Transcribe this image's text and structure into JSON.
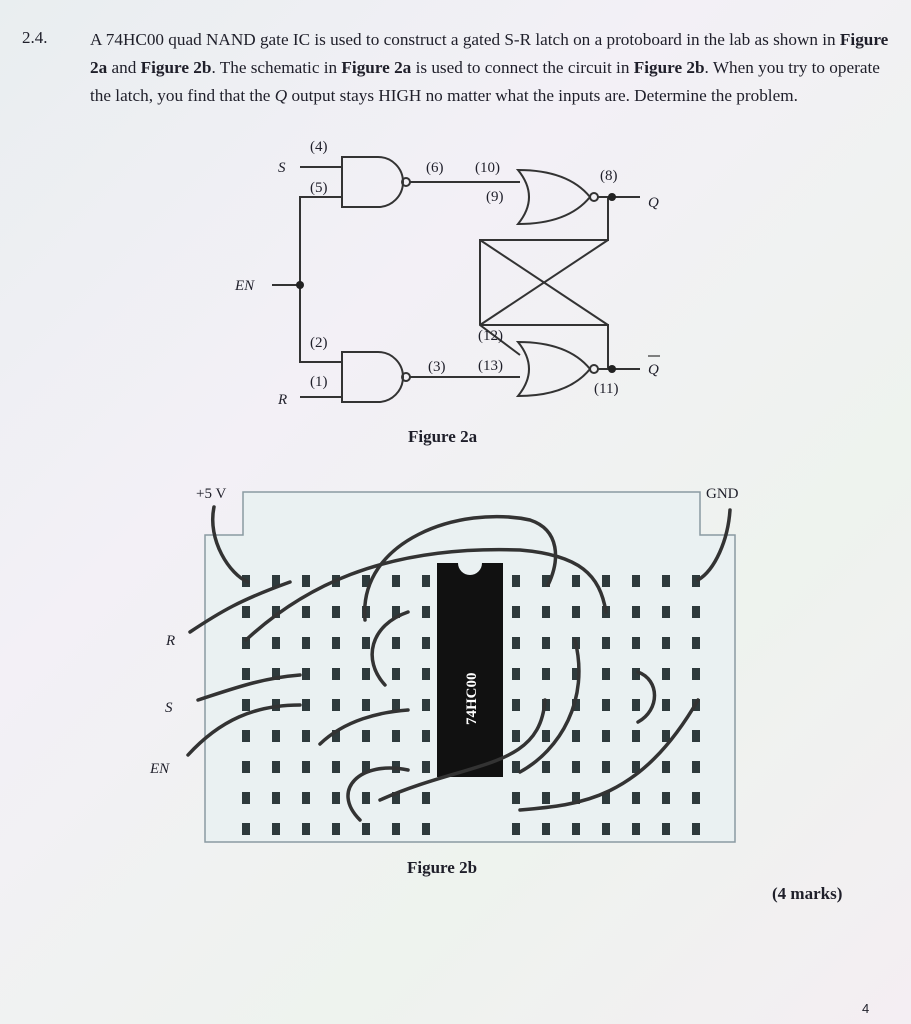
{
  "question": {
    "number": "2.4.",
    "text_p1": "A 74HC00 quad NAND gate IC is used to construct a gated S-R latch on a protoboard in the lab as shown in ",
    "fig2a_ref1": "Figure 2a",
    "text_and": " and ",
    "fig2b_ref1": "Figure 2b",
    "text_p2": ". The schematic in ",
    "fig2a_ref2": "Figure 2a",
    "text_p3": " is used to connect the circuit in ",
    "fig2b_ref2": "Figure 2b",
    "text_p4": ". When you try to operate the latch, you find that the ",
    "q_symbol": "Q",
    "text_p5": " output stays HIGH no matter what the inputs are. Determine the problem."
  },
  "figure2a": {
    "caption": "Figure 2a",
    "labels": {
      "s": "S",
      "en": "EN",
      "r": "R",
      "q": "Q",
      "qbar": "Q",
      "pin4": "(4)",
      "pin5": "(5)",
      "pin6": "(6)",
      "pin10": "(10)",
      "pin9": "(9)",
      "pin8": "(8)",
      "pin2": "(2)",
      "pin1": "(1)",
      "pin3": "(3)",
      "pin12": "(12)",
      "pin13": "(13)",
      "pin11": "(11)"
    }
  },
  "figure2b": {
    "caption": "Figure 2b",
    "ic_label": "74HC00",
    "labels": {
      "vcc": "+5 V",
      "gnd": "GND",
      "r": "R",
      "s": "S",
      "en": "EN"
    }
  },
  "marks": "(4 marks)",
  "page_number": "4"
}
